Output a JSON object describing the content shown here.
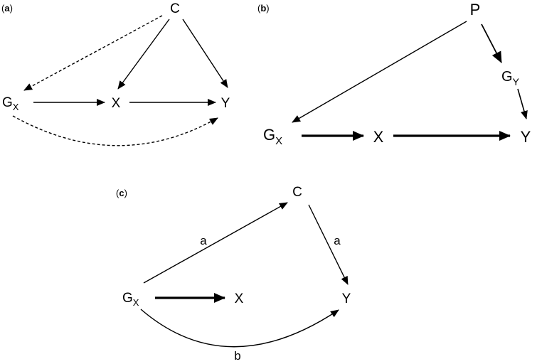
{
  "panels": {
    "a": {
      "label": "a",
      "nodes": {
        "c": {
          "text": "C"
        },
        "gx": {
          "text": "G",
          "sub": "X"
        },
        "x": {
          "text": "X"
        },
        "y": {
          "text": "Y"
        }
      }
    },
    "b": {
      "label": "b",
      "nodes": {
        "p": {
          "text": "P"
        },
        "gy": {
          "text": "G",
          "sub": "Y"
        },
        "gx": {
          "text": "G",
          "sub": "X"
        },
        "x": {
          "text": "X"
        },
        "y": {
          "text": "Y"
        }
      }
    },
    "c": {
      "label": "c",
      "nodes": {
        "c": {
          "text": "C"
        },
        "gx": {
          "text": "G",
          "sub": "X"
        },
        "x": {
          "text": "X"
        },
        "y": {
          "text": "Y"
        }
      },
      "edge_labels": {
        "gx_c": "a",
        "c_y": "a",
        "gx_y": "b"
      }
    }
  },
  "colors": {
    "ink": "#000000",
    "background": "#ffffff"
  }
}
